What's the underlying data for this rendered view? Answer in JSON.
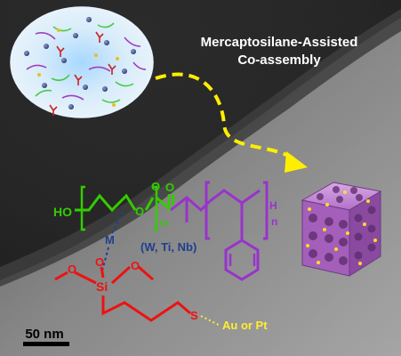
{
  "title": {
    "line1": "Mercaptosilane-Assisted",
    "line2": "Co-assembly"
  },
  "polymer": {
    "ho": "HO",
    "o_ether": "O",
    "o_ester_ring": "O",
    "o_carbonyl": "O",
    "m": "m",
    "h": "H",
    "n": "n"
  },
  "metal": {
    "symbol": "M",
    "options": "(W, Ti, Nb)"
  },
  "silane": {
    "o_left": "O",
    "o_bottom": "O",
    "o_right": "O",
    "si": "Si",
    "s": "S",
    "noble": "Au or Pt"
  },
  "scale_bar": {
    "label": "50 nm"
  },
  "colors": {
    "peo": "#33cc00",
    "ester_o": "#33cc00",
    "ps": "#9933cc",
    "metal_text": "#1f3f8f",
    "silane": "#ee1111",
    "gold_text": "#ffee33",
    "arrow": "#ffee00",
    "cube": "#b776c9"
  }
}
